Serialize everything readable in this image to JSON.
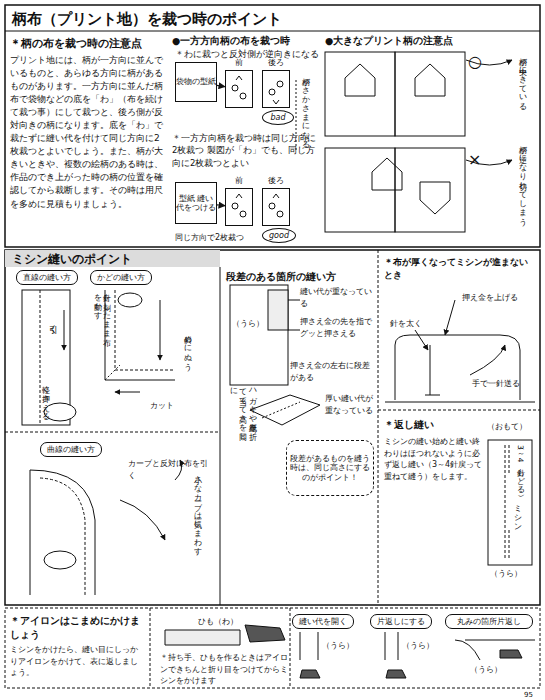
{
  "diagram": {
    "title": "柄布（プリント地）を裁つ時のポイント",
    "nodes": [
      {
        "text": [
          "袋物の型紙"
        ]
      },
      {
        "text": [
          "前"
        ]
      },
      {
        "text": [
          "後ろ"
        ]
      },
      {
        "text": [
          "bad"
        ]
      },
      {
        "text": [
          "型紙 縫い代をつける"
        ]
      },
      {
        "text": [
          "前"
        ]
      },
      {
        "text": [
          "後ろ"
        ]
      },
      {
        "text": [
          "good"
        ]
      },
      {
        "text": [
          "直線の縫い方"
        ]
      },
      {
        "text": [
          "かどの縫い方"
        ]
      },
      {
        "text": [
          "曲線の縫い方"
        ]
      },
      {
        "text": [
          "段差があるものを縫う時は、同じ高さにするのがポイント！"
        ]
      },
      {
        "text": [
          "縫い代を開く"
        ]
      },
      {
        "text": [
          "片返しにする"
        ]
      },
      {
        "text": [
          "丸みの箇所片返し"
        ]
      }
    ],
    "edges": [
      {
        "from": 0,
        "to": 1,
        "arrow": "to"
      },
      {
        "from": 4,
        "to": 5,
        "arrow": "to"
      }
    ],
    "labels": [
      "＊柄の布を裁つ時の注意点",
      "プリント地には、柄が一方向に並んでいるものと、あらゆる方向に柄があるものがあります。一方方向に並んだ柄布で袋物などの底を「わ」（布を続けて裁つ事）にして裁つと、後ろ側が反対向きの柄になります。底を「わ」で裁たずに縫い代を付けて同じ方向に2枚裁つとよいでしょう。また、柄が大きいときや、複数の絵柄のある時は、作品のでき上がった時の柄の位置を確認してから裁断します。その時は用尺を多めに見積もりましょう。",
      "●一方方向柄の布を裁つ時",
      "＊わに裁つと反対側が逆向きになる",
      "柄がさかさまになる",
      "＊一方方向柄を裁つ時は同じ方向に2枚裁つ 製図が「わ」でも、同じ方向に2枚裁つとよい",
      "同じ方向で2枚裁つ",
      "●大きなプリント柄の注意点",
      "○",
      "柄が中央にきている",
      "×",
      "柄が逆になり切れてしまう",
      "ミシン縫いのポイント",
      "針を刺したまま布を動かす",
      "引く",
      "軽く押さえる",
      "斜めにぬう",
      "カット",
      "カーブと反対に布を引く",
      "小さなカーブは一気にまわす",
      "段差のある箇所の縫い方",
      "（うら）",
      "縫い代が重なっている",
      "押さえ金の先を指でグッと押さえる",
      "押さえ金の左右に段差がある",
      "ハガキや厚紙を折って当てて高さを同じに",
      "厚い縫い代が重なっている",
      "＊布が厚くなってミシンが進まないとき",
      "押え金を上げる",
      "針を太く",
      "手で一針送る",
      "＊返し縫い",
      "ミシンの縫い始めと縫い終わりはほつれないように必ず返し縫い（3～4針戻って重ねて縫う）をします。",
      "（おもて）",
      "（3～4針もどる）",
      "ミシン",
      "（うら）",
      "＊アイロンはこまめにかけましょう",
      "ミシンをかけたら、縫い目にしっかりアイロンをかけて、表に返しましょう。",
      "ひも（わ）",
      "＊持ち手、ひもを作るときはアイロンできちんと折り目をつけてからミシンをかけます",
      "（うら）",
      "（うら）",
      "（うら）",
      "95"
    ]
  }
}
